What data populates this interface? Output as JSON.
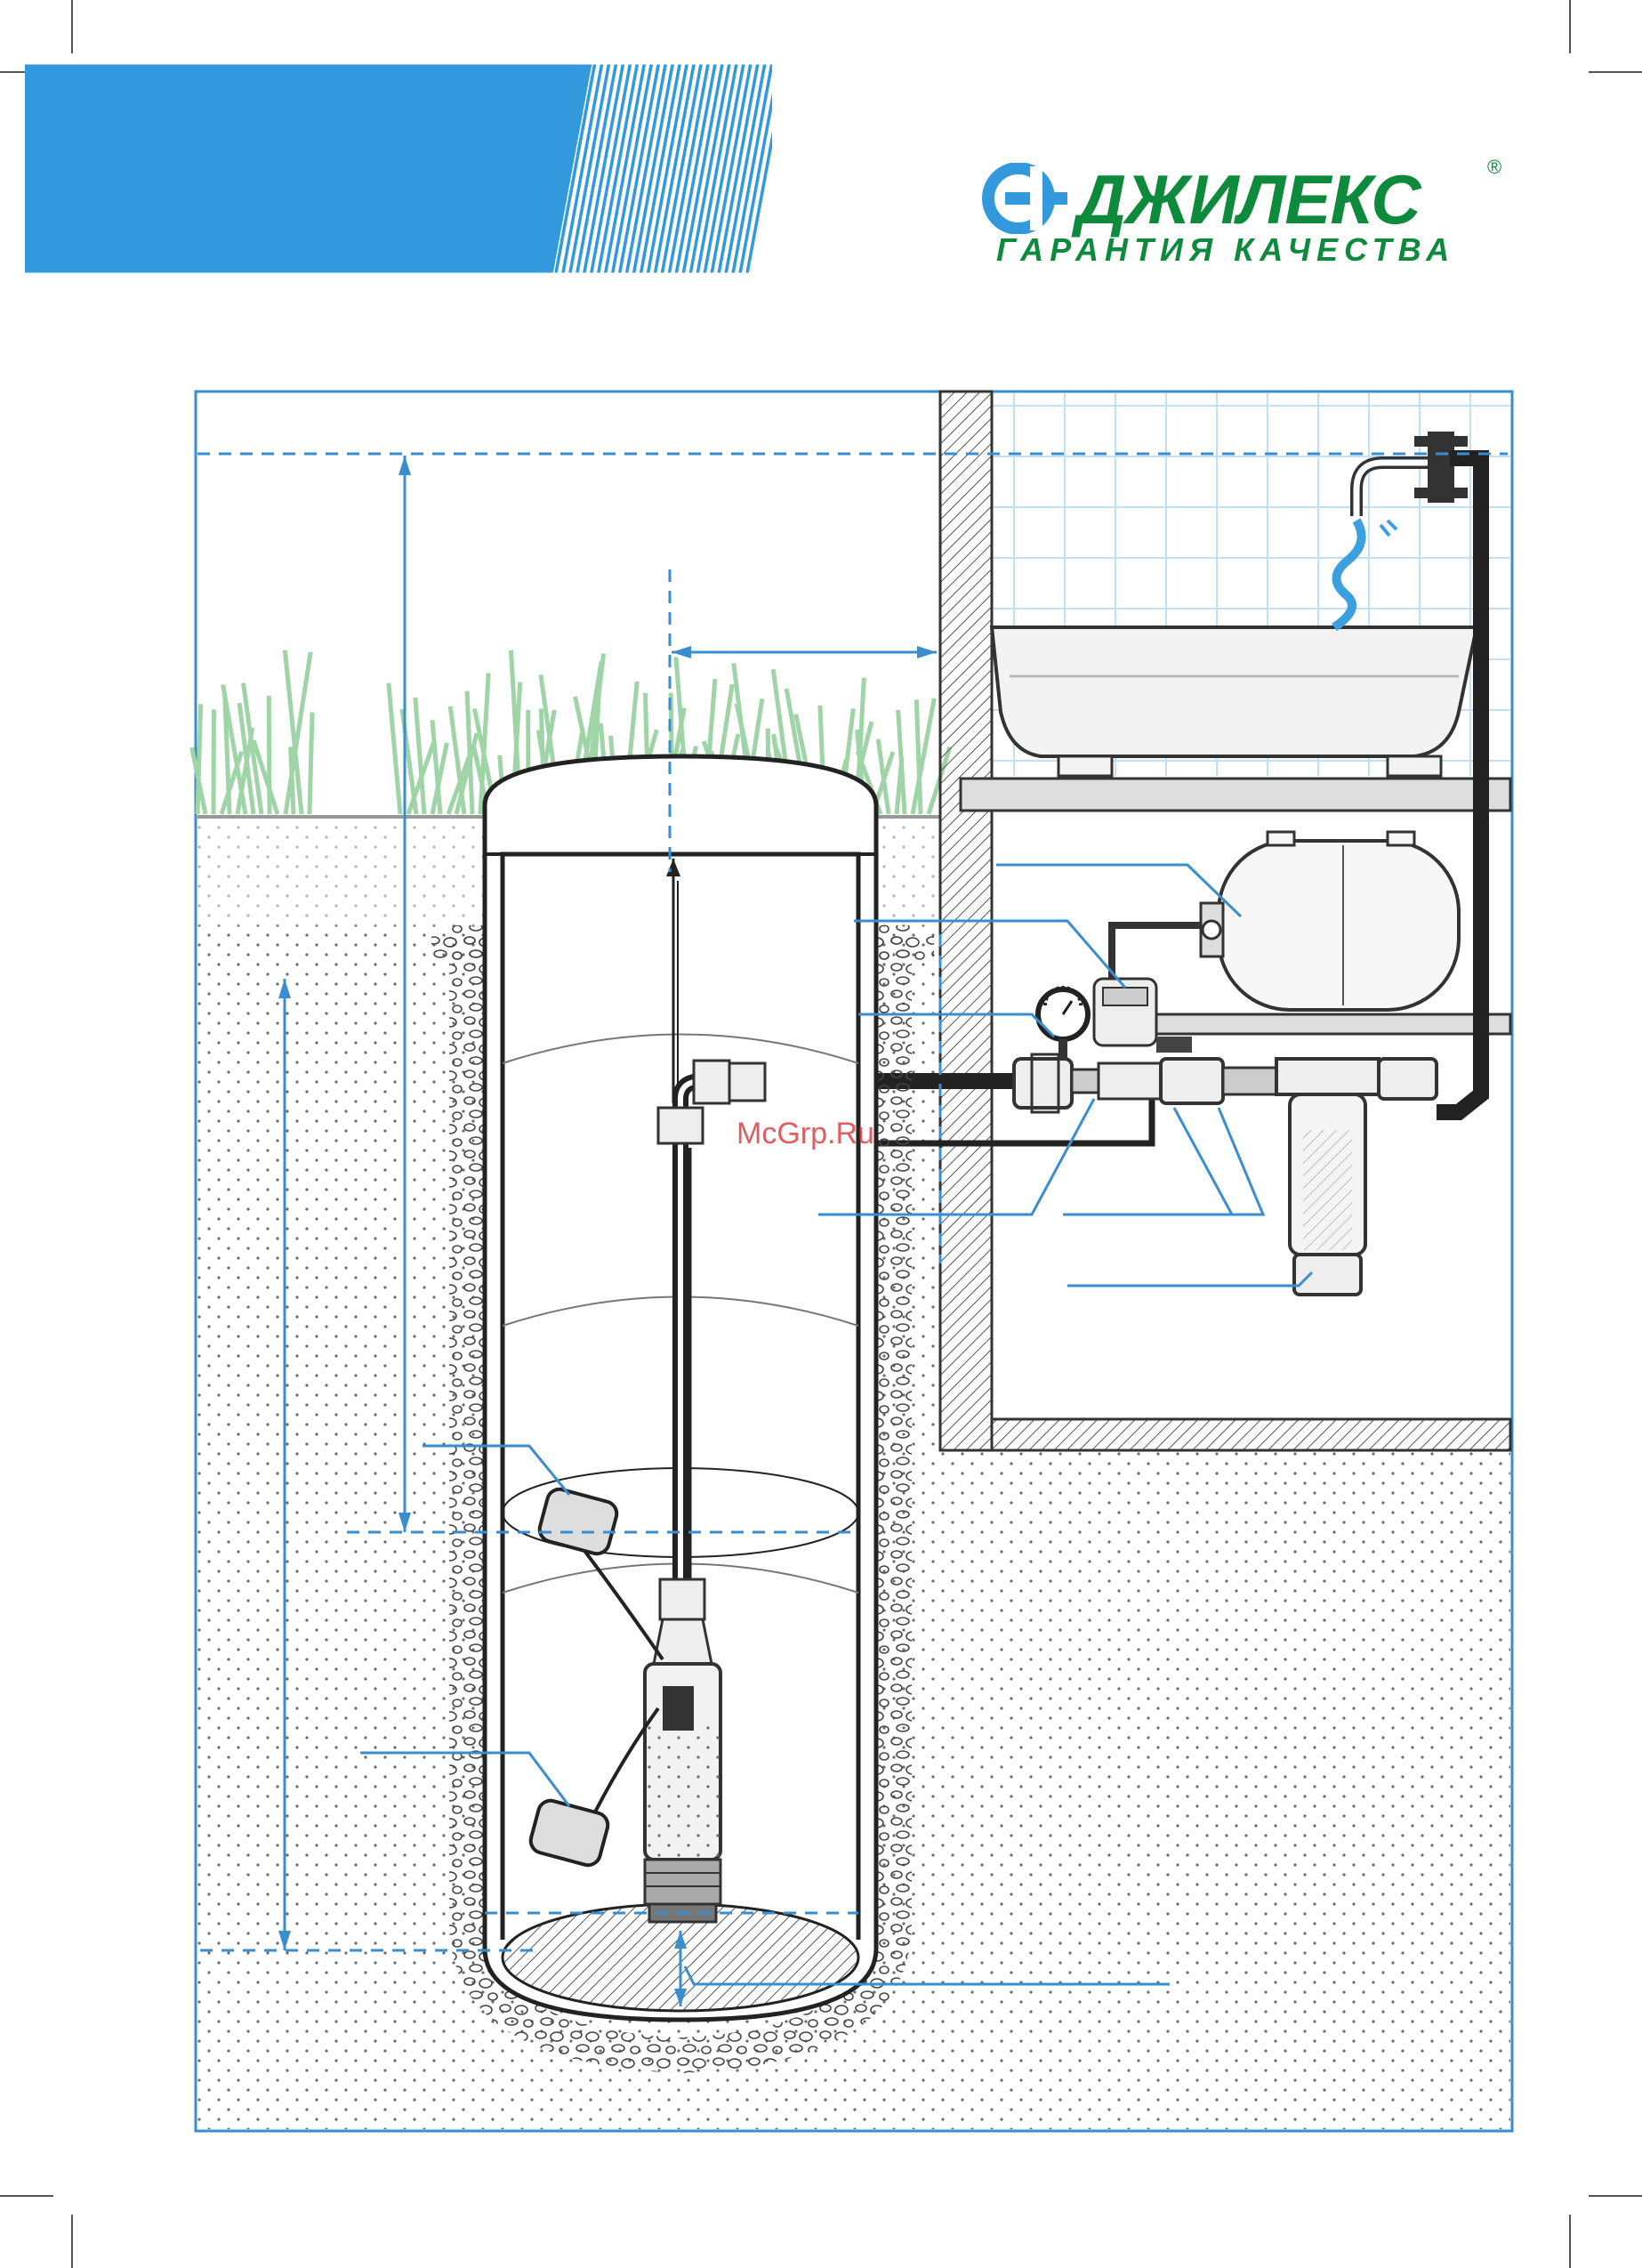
{
  "brand": {
    "name": "ДЖИЛЕКС",
    "registered": "®",
    "tagline": "ГАРАНТИЯ КАЧЕСТВА"
  },
  "watermark": "McGrp.Ru",
  "colors": {
    "brand_blue": "#3399dd",
    "brand_green": "#0d8a3c",
    "leader_blue": "#3a8ed0",
    "grass": "#9fd4a6",
    "tile_line": "#bfe0f5",
    "water_jet": "#3aa0e0"
  },
  "diagram": {
    "subject": "submersible-pump-water-supply-scheme",
    "components": [
      "well",
      "drainage-pump",
      "float-switch-upper",
      "float-switch-lower",
      "pressure-pipe",
      "check-valve",
      "pressure-switch",
      "pressure-gauge",
      "hydroaccumulator",
      "filter",
      "bathtub",
      "faucet"
    ]
  }
}
